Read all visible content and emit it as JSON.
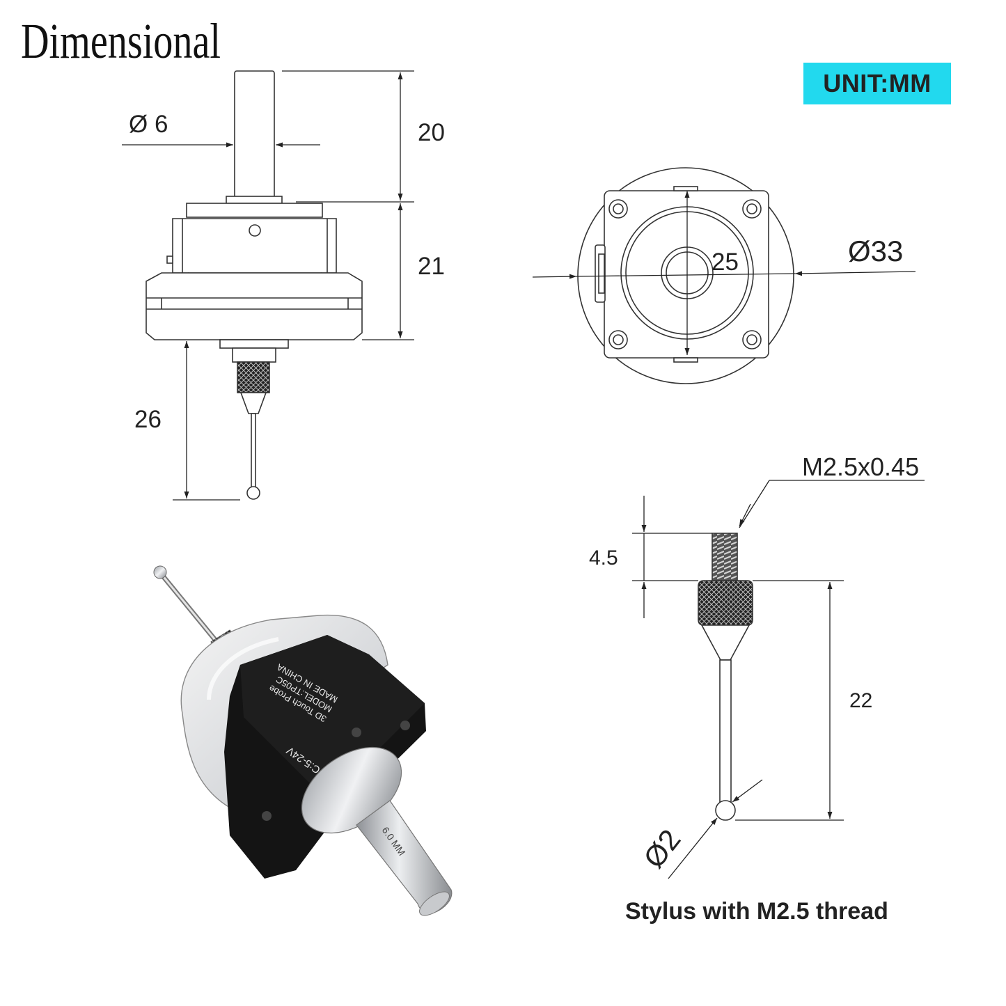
{
  "title": "Dimensional",
  "unit_badge": "UNIT:MM",
  "side_view": {
    "shank_diameter": "Ø 6",
    "shank_length": "20",
    "body_height": "21",
    "stylus_length": "26"
  },
  "top_view": {
    "inner_diameter": "25",
    "outer_diameter": "Ø33"
  },
  "stylus_view": {
    "thread_spec": "M2.5x0.45",
    "thread_length": "4.5",
    "stylus_length": "22",
    "ball_diameter": "Ø2"
  },
  "caption": "Stylus with M2.5 thread",
  "product_photo": {
    "label_lines": [
      "3D Touch Probe",
      "MODEL:TP05C",
      "MADE IN CHINA"
    ],
    "voltage": "DC:5-24V",
    "shank_marking": "6.0 MM"
  },
  "colors": {
    "badge_bg": "#22d9ee",
    "probe_body": "#111111",
    "steel": "#b9bcc0",
    "line": "#222222"
  }
}
